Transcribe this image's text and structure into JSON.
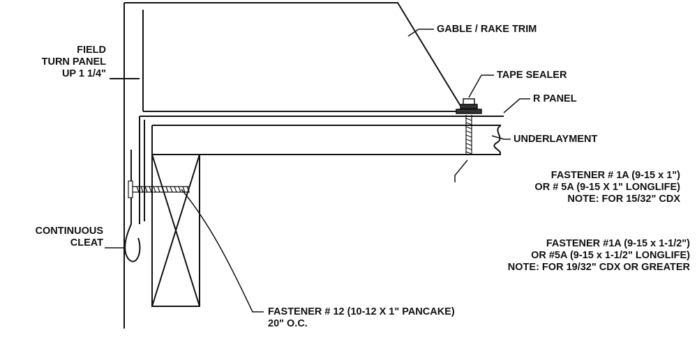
{
  "labels": {
    "field_turn_panel": [
      "FIELD",
      "TURN PANEL",
      "UP 1 1/4\""
    ],
    "gable_rake_trim": "GABLE / RAKE TRIM",
    "tape_sealer": "TAPE SEALER",
    "r_panel": "R PANEL",
    "underlayment": "UNDERLAYMENT",
    "fastener_1a_short": [
      "FASTENER # 1A (9-15 x 1\")",
      "OR # 5A (9-15 X 1\" LONGLIFE)",
      "NOTE: FOR 15/32\" CDX"
    ],
    "fastener_1a_long": [
      "FASTENER #1A (9-15 x 1-1/2\")",
      "OR #5A (9-15 x 1-1/2\" LONGLIFE)",
      "NOTE: FOR 19/32\" CDX OR GREATER"
    ],
    "continuous_cleat": [
      "CONTINUOUS",
      "CLEAT"
    ],
    "fastener_12": [
      "FASTENER # 12 (10-12 X 1\" PANCAKE)",
      "20\" O.C."
    ]
  },
  "colors": {
    "line": "#111111",
    "background": "#ffffff"
  }
}
